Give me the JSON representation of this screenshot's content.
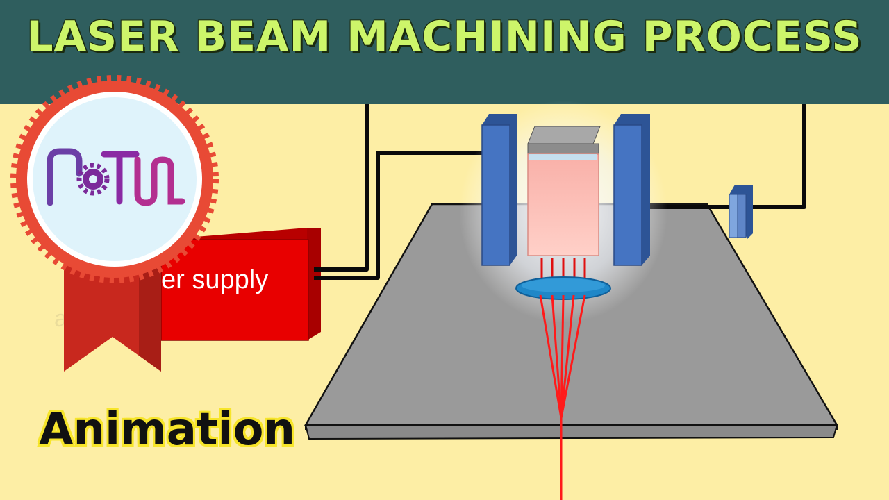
{
  "title": "LASER BEAM MACHINING PROCESS",
  "power_supply": {
    "label": "er supply"
  },
  "caption": "Animation",
  "watermark": "a      gh",
  "colors": {
    "banner": "#2f5e5e",
    "title": "#cdf56a",
    "background": "#fdeea5",
    "power_supply": "#e80000",
    "laser": "#ff1a1a",
    "reflector": "#3f6db5",
    "workpiece": "#9a9a9a",
    "badge": "#e84a35"
  },
  "icons": [
    "mtw-logo-badge",
    "gear-icon"
  ]
}
